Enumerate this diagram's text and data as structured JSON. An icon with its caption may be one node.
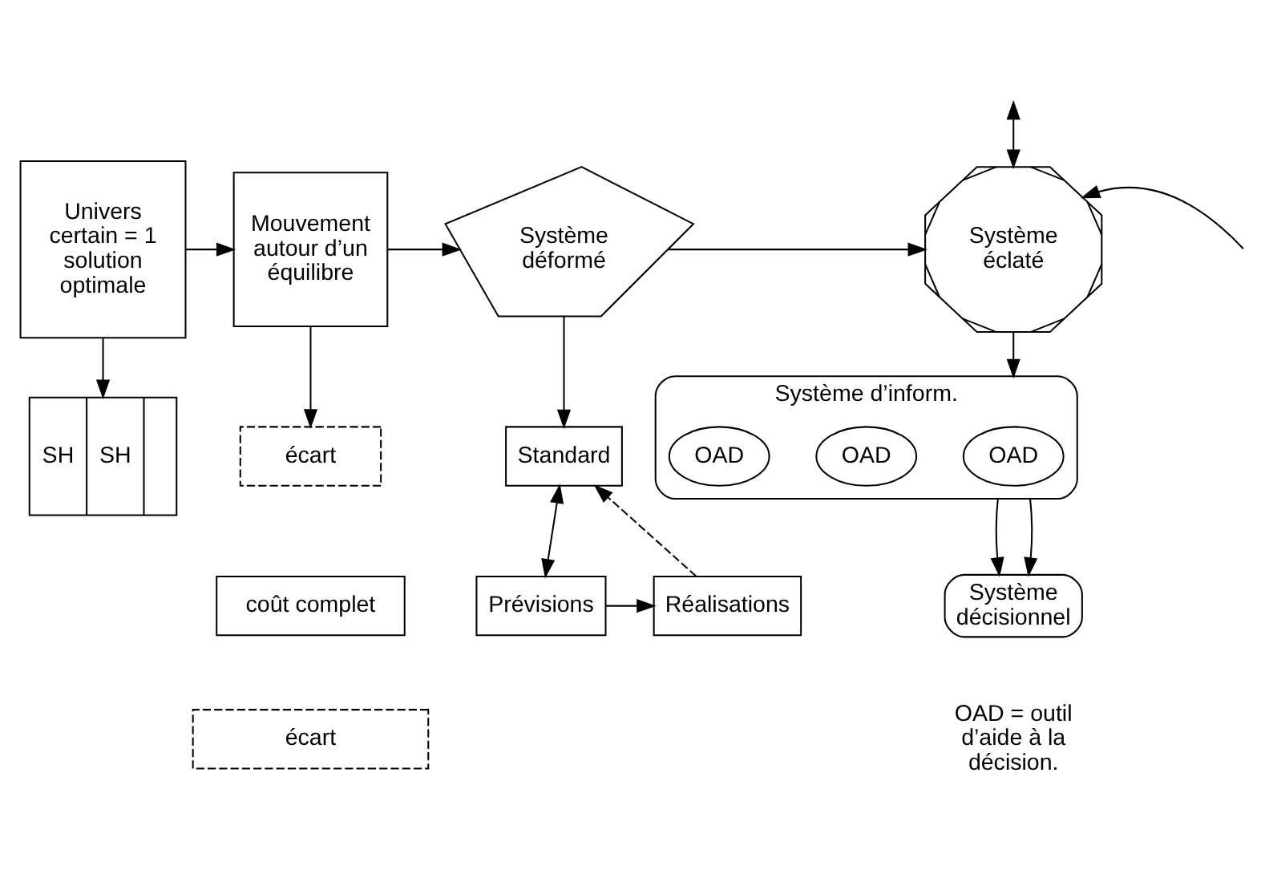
{
  "diagram": {
    "nodes": [
      {
        "text": [
          "Univers certain = 1 solution optimale"
        ]
      },
      {
        "text": [
          "Mouvement autour d’un équilibre"
        ]
      },
      {
        "text": [
          "Système déformé"
        ]
      },
      {
        "text": [
          "Système éclaté"
        ]
      },
      {
        "text": [
          "SH",
          "SH"
        ]
      },
      {
        "text": [
          "écart"
        ]
      },
      {
        "text": [
          "coût complet"
        ]
      },
      {
        "text": [
          "écart"
        ]
      },
      {
        "text": [
          "Standard"
        ]
      },
      {
        "text": [
          "Prévisions"
        ]
      },
      {
        "text": [
          "Réalisations"
        ]
      },
      {
        "text": [
          "Système d’inform."
        ]
      },
      {
        "text": [
          "OAD"
        ],
        "in": 11
      },
      {
        "text": [
          "OAD"
        ],
        "in": 11
      },
      {
        "text": [
          "OAD"
        ],
        "in": 11
      },
      {
        "text": [
          "Système décisionnel"
        ]
      }
    ],
    "edges": [
      {
        "from": 0,
        "to": 1,
        "arrow": "to"
      },
      {
        "from": 1,
        "to": 2,
        "arrow": "to"
      },
      {
        "from": 2,
        "to": 3,
        "arrow": "to"
      },
      {
        "from": null,
        "to": 3,
        "arrow": "to"
      },
      {
        "from": null,
        "to": 3,
        "arrow": "both"
      },
      {
        "from": 0,
        "to": 4,
        "arrow": "to"
      },
      {
        "from": 1,
        "to": 5,
        "arrow": "to"
      },
      {
        "from": 2,
        "to": 8,
        "arrow": "to"
      },
      {
        "from": 3,
        "to": 11,
        "arrow": "to"
      },
      {
        "from": 8,
        "to": 9,
        "arrow": "both"
      },
      {
        "from": 9,
        "to": 10,
        "arrow": "to"
      },
      {
        "from": 10,
        "to": 8,
        "arrow": "to",
        "style": "dashed"
      },
      {
        "from": 11,
        "to": 15,
        "arrow": "to"
      },
      {
        "from": 11,
        "to": 15,
        "arrow": "to"
      }
    ],
    "labels": [
      "OAD = outil d’aide à la décision."
    ]
  }
}
